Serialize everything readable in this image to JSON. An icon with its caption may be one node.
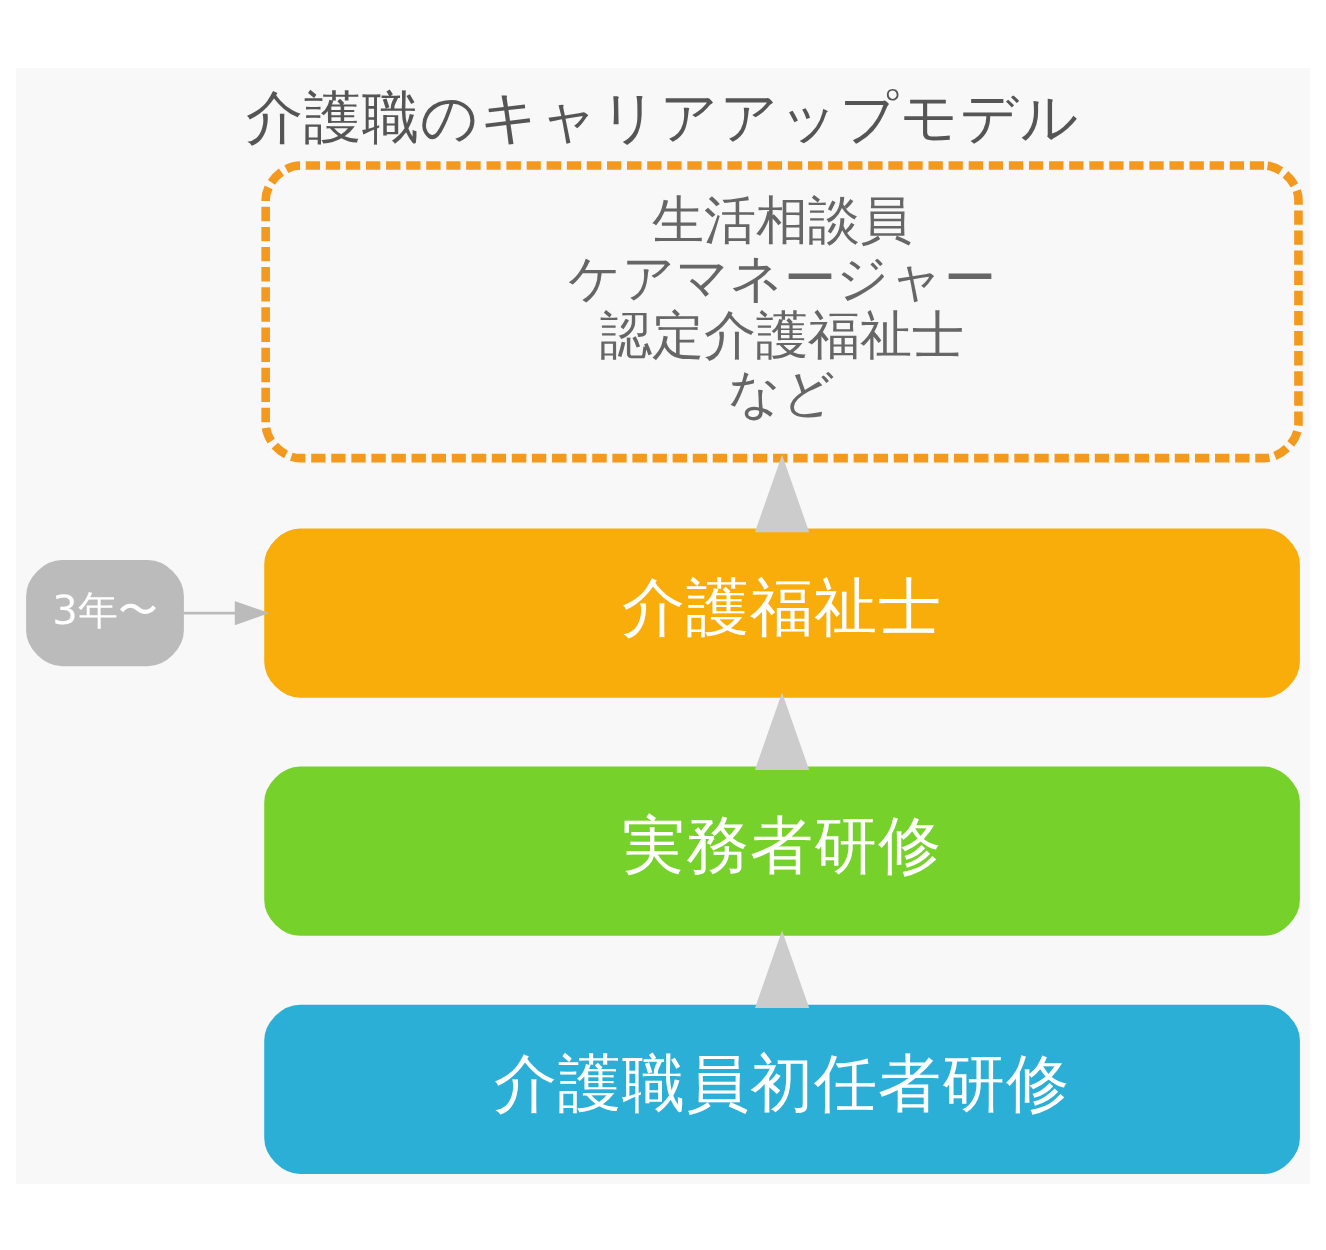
{
  "diagram": {
    "title": "介護職のキャリアアップモデル",
    "nodes": [
      {
        "text": [
          "生活相談員",
          "ケアマネージャー",
          "認定介護福祉士",
          "など"
        ]
      },
      {
        "text": [
          "介護福祉士"
        ],
        "beside": [
          "3年〜"
        ]
      },
      {
        "text": [
          "実務者研修"
        ]
      },
      {
        "text": [
          "介護職員初任者研修"
        ]
      }
    ],
    "edges": [
      {
        "from": 3,
        "to": 2,
        "arrow": "to"
      },
      {
        "from": 2,
        "to": 1,
        "arrow": "to"
      },
      {
        "from": 1,
        "to": 0,
        "arrow": "to"
      }
    ]
  }
}
